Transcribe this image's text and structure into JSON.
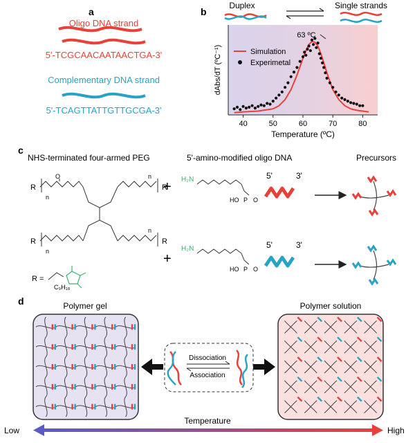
{
  "panels": {
    "a": "a",
    "b": "b",
    "c": "c",
    "d": "d"
  },
  "colors": {
    "red": "#e8413a",
    "cyan": "#29a3c3",
    "green": "#3cb371",
    "purple_bg": "#d8d2ec",
    "pink_bg": "#f8cfd0",
    "gel_bg": "#e6e2f2",
    "sol_bg": "#fbe0e0",
    "low": "#5a5bc4",
    "high": "#e8413a"
  },
  "panel_a": {
    "oligo_title": "Oligo DNA strand",
    "oligo_seq": "5'-TCGCAACAATAACTGA-3'",
    "comp_title": "Complementary DNA strand",
    "comp_seq": "5'-TCAGTTATTGTTGCGA-3'"
  },
  "panel_b": {
    "duplex_label": "Duplex",
    "single_label": "Single strands",
    "annotation": "63 ºC"
  },
  "chart_data": {
    "type": "line",
    "xlabel": "Temperature (ºC)",
    "ylabel": "dAbs/dT (ºC⁻¹)",
    "xlim": [
      35,
      85
    ],
    "xticks": [
      "40",
      "50",
      "60",
      "70",
      "80"
    ],
    "series": [
      {
        "name": "Simulation",
        "kind": "line",
        "color": "#e8413a",
        "x": [
          37,
          40,
          45,
          50,
          52,
          54,
          56,
          58,
          60,
          61,
          62,
          63,
          64,
          65,
          66,
          67,
          68,
          70,
          72,
          74,
          76,
          78,
          80,
          82
        ],
        "y": [
          0.03,
          0.04,
          0.05,
          0.08,
          0.12,
          0.2,
          0.33,
          0.52,
          0.74,
          0.84,
          0.92,
          0.96,
          0.95,
          0.9,
          0.8,
          0.68,
          0.55,
          0.33,
          0.2,
          0.12,
          0.08,
          0.06,
          0.05,
          0.04
        ]
      },
      {
        "name": "Experimetal",
        "kind": "scatter",
        "color": "#111",
        "x": [
          37,
          38,
          39,
          40,
          41,
          42,
          43,
          44,
          45,
          46,
          47,
          48,
          49,
          50,
          51,
          52,
          53,
          54,
          55,
          56,
          57,
          58,
          59,
          60,
          60.5,
          61,
          61.5,
          62,
          62.5,
          63,
          63.5,
          64,
          64.5,
          65,
          65.5,
          66,
          66.5,
          67,
          67.5,
          68,
          69,
          70,
          71,
          72,
          73,
          74,
          75,
          76,
          77,
          78,
          79,
          80
        ],
        "y": [
          0.08,
          0.1,
          0.07,
          0.11,
          0.09,
          0.1,
          0.12,
          0.09,
          0.11,
          0.13,
          0.12,
          0.15,
          0.14,
          0.18,
          0.22,
          0.26,
          0.3,
          0.36,
          0.42,
          0.5,
          0.56,
          0.62,
          0.7,
          0.76,
          0.82,
          0.78,
          0.86,
          0.9,
          0.84,
          0.98,
          0.92,
          1.0,
          0.88,
          0.94,
          0.8,
          0.74,
          0.68,
          0.62,
          0.55,
          0.48,
          0.42,
          0.36,
          0.3,
          0.26,
          0.22,
          0.2,
          0.18,
          0.16,
          0.15,
          0.14,
          0.12,
          0.12
        ]
      }
    ],
    "annotation_x": 63,
    "legend": "top-left"
  },
  "panel_c": {
    "peg_title": "NHS-terminated four-armed PEG",
    "dna_title": "5'-amino-modified oligo DNA",
    "precursors_title": "Precursors",
    "plus": "+",
    "r_left": "R",
    "r_right": "R",
    "n": "n",
    "r_eq": "R =",
    "c9h18": "C₉H₁₈",
    "five_prime": "5'",
    "three_prime": "3'",
    "ho": "HO",
    "p": "P",
    "o": "O",
    "h2n": "H₂N"
  },
  "panel_d": {
    "gel_title": "Polymer gel",
    "solution_title": "Polymer solution",
    "dissociation": "Dissociation",
    "association": "Association",
    "temperature": "Temperature",
    "low": "Low",
    "high": "High"
  }
}
